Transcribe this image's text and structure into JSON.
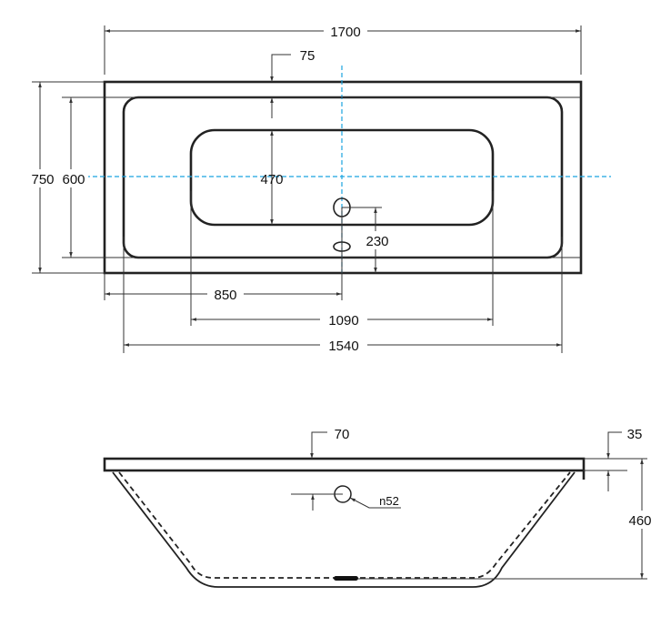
{
  "top_view": {
    "length_total": "1700",
    "rim_width": "75",
    "width_total": "750",
    "inner_width": "600",
    "basin_width": "470",
    "drain_offset": "230",
    "drain_position": "850",
    "basin_length": "1090",
    "inner_length": "1540"
  },
  "side_view": {
    "rim_top": "70",
    "rim_thickness": "35",
    "depth": "460",
    "overflow_diameter": "n52"
  },
  "colors": {
    "axis": "#1aa3e0",
    "outline": "#222222"
  }
}
